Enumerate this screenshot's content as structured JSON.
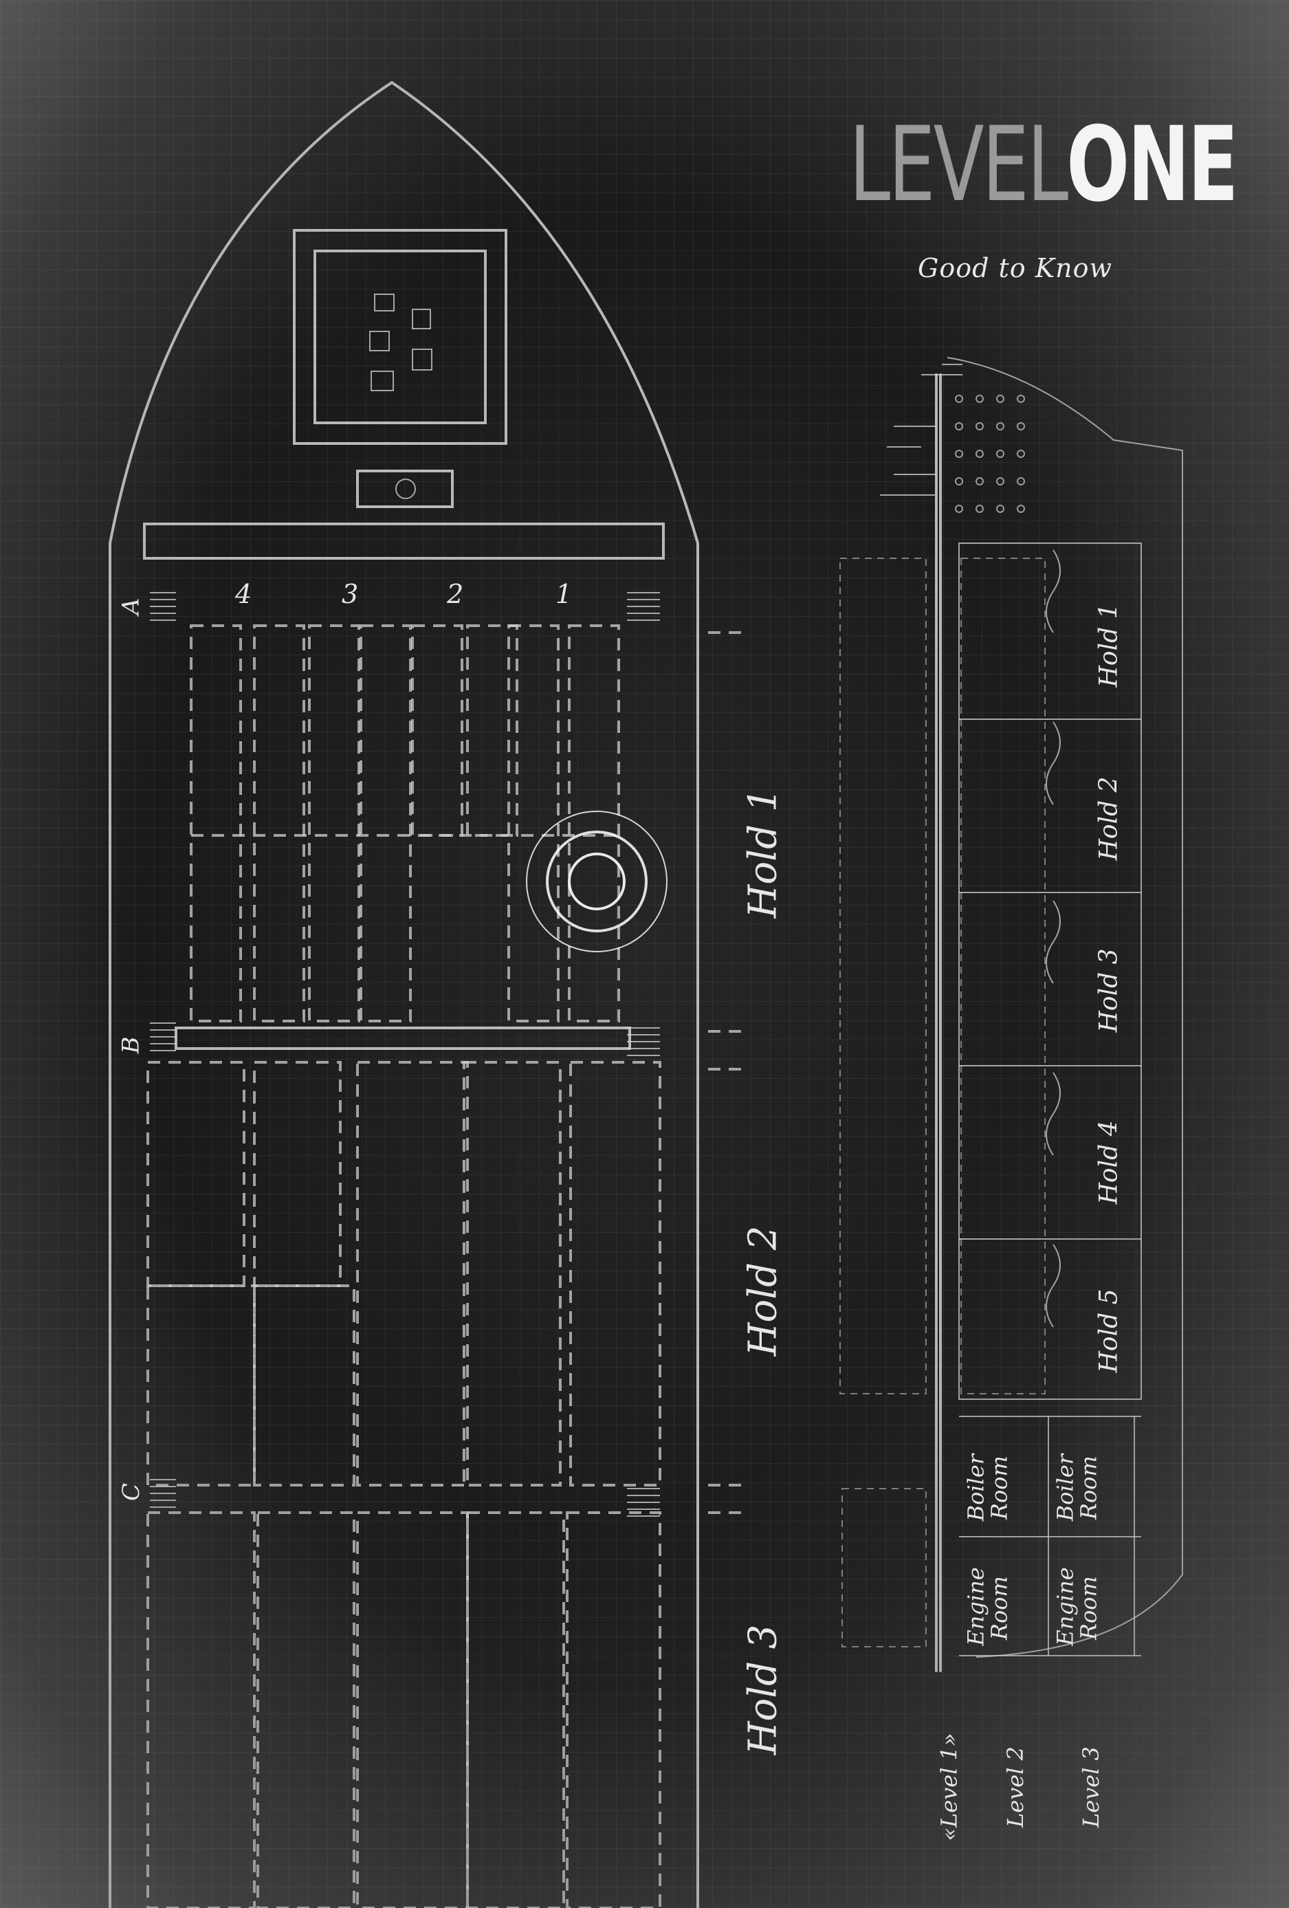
{
  "title": {
    "part1": "LEVEL",
    "part2": "ONE"
  },
  "subtitle": "Good to Know",
  "plan": {
    "bay_labels": [
      "A",
      "B",
      "C"
    ],
    "column_numbers": [
      "4",
      "3",
      "2",
      "1"
    ],
    "holds": [
      "Hold 1",
      "Hold 2",
      "Hold 3"
    ]
  },
  "section": {
    "holds": [
      "Hold 1",
      "Hold 2",
      "Hold 3",
      "Hold 4",
      "Hold 5"
    ],
    "boiler_rooms": [
      "Boiler Room",
      "Boiler Room"
    ],
    "engine_rooms": [
      "Engine Room",
      "Engine Room"
    ],
    "levels": [
      "«Level 1»",
      "Level 2",
      "Level 3"
    ]
  },
  "colors": {
    "chalk": "#d4d4d4",
    "title_light": "#9a9a9a",
    "title_bold": "#f4f4f4"
  },
  "marker": "target-rings-icon"
}
